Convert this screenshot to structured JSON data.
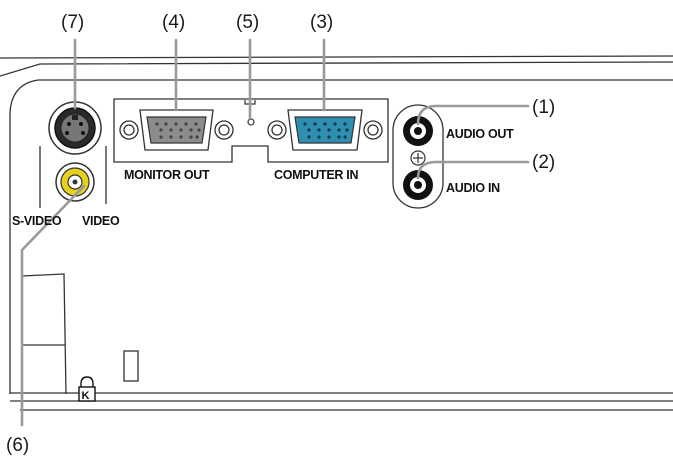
{
  "callouts": {
    "c1": "(1)",
    "c2": "(2)",
    "c3": "(3)",
    "c4": "(4)",
    "c5": "(5)",
    "c6": "(6)",
    "c7": "(7)"
  },
  "port_labels": {
    "monitor_out": "MONITOR OUT",
    "computer_in": "COMPUTER IN",
    "audio_out": "AUDIO OUT",
    "audio_in": "AUDIO IN",
    "s_video": "S-VIDEO",
    "video": "VIDEO"
  },
  "colors": {
    "line": "#333333",
    "leader": "#9a9a9a",
    "vga_out_body": "#8c8c8c",
    "vga_in_body": "#2f8fb0",
    "rca_video": "#e6d21e",
    "rca_audio": "#111111"
  }
}
